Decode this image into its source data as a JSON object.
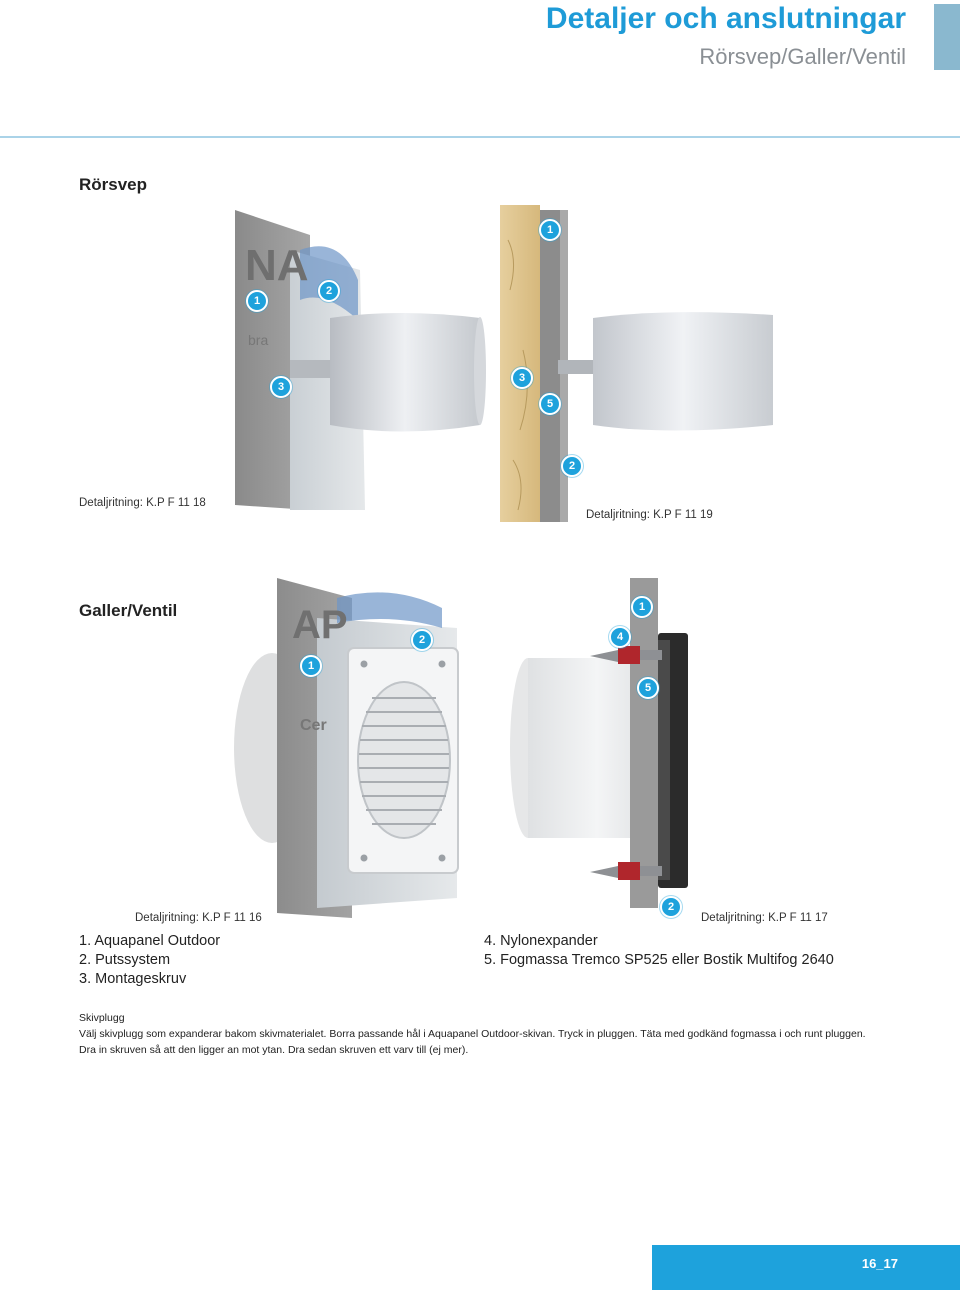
{
  "header": {
    "title": "Detaljer och anslutningar",
    "subtitle": "Rörsvep/Galler/Ventil",
    "accent_color": "#1e9bd7"
  },
  "sections": {
    "rorsvep": {
      "title": "Rörsvep",
      "caption_left": "Detaljritning: K.P F 11 18",
      "caption_right": "Detaljritning: K.P F 11 19",
      "left_badges": [
        "1",
        "2",
        "3"
      ],
      "right_badges": [
        "1",
        "3",
        "5",
        "2"
      ],
      "watermark": "NA",
      "watermark2": "bra"
    },
    "galler": {
      "title": "Galler/Ventil",
      "caption_left": "Detaljritning: K.P F 11 16",
      "caption_right": "Detaljritning: K.P F 11 17",
      "left_badges": [
        "1",
        "2"
      ],
      "right_badges": [
        "1",
        "4",
        "5",
        "2"
      ],
      "watermark": "AP",
      "watermark2": "Cer"
    }
  },
  "legend": {
    "col1": [
      "1.  Aquapanel Outdoor",
      "2.  Putssystem",
      "3.  Montageskruv"
    ],
    "col2": [
      "4.  Nylonexpander",
      "5.  Fogmassa Tremco SP525 eller Bostik Multifog 2640"
    ]
  },
  "notes": {
    "heading": "Skivplugg",
    "text": "Välj skivplugg som expanderar bakom skivmaterialet. Borra passande hål i Aquapanel Outdoor-skivan. Tryck in pluggen. Täta med godkänd fogmassa i och runt pluggen. Dra in skruven så att den ligger an mot ytan. Dra sedan skruven ett varv till (ej mer)."
  },
  "footer": {
    "page_label": "16_17",
    "box_color": "#1ea2dc"
  }
}
